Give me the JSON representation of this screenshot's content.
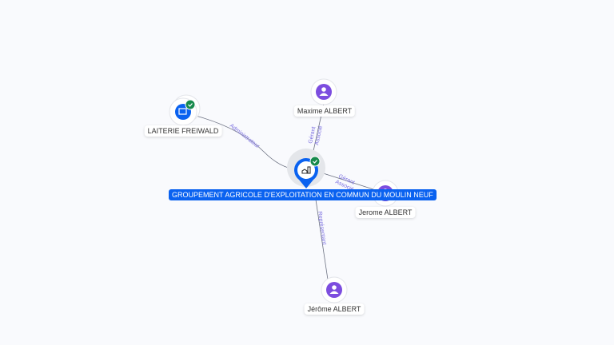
{
  "graph": {
    "center": {
      "label": "GROUPEMENT AGRICOLE D'EXPLOITATION EN COMMUN DU MOULIN NEUF",
      "verified": true
    },
    "nodes": [
      {
        "label": "LAITERIE FREIWALD",
        "type": "company",
        "verified": true
      },
      {
        "label": "Maxime ALBERT",
        "type": "person"
      },
      {
        "label": "Jerome ALBERT",
        "type": "person"
      },
      {
        "label": "Jérôme ALBERT",
        "type": "person"
      }
    ],
    "edges": [
      {
        "from": "LAITERIE FREIWALD",
        "roles": [
          "Administrateur"
        ]
      },
      {
        "from": "Maxime ALBERT",
        "roles": [
          "Gérant",
          "Associé"
        ]
      },
      {
        "from": "Jerome ALBERT",
        "roles": [
          "Gérant",
          "Associé"
        ]
      },
      {
        "from": "Jérôme ALBERT",
        "roles": [
          "Représentant"
        ]
      }
    ],
    "colors": {
      "company": "#0a62f0",
      "person": "#7c4ddf",
      "verified": "#178a4c",
      "edge_label": "#7b6fe0"
    }
  }
}
